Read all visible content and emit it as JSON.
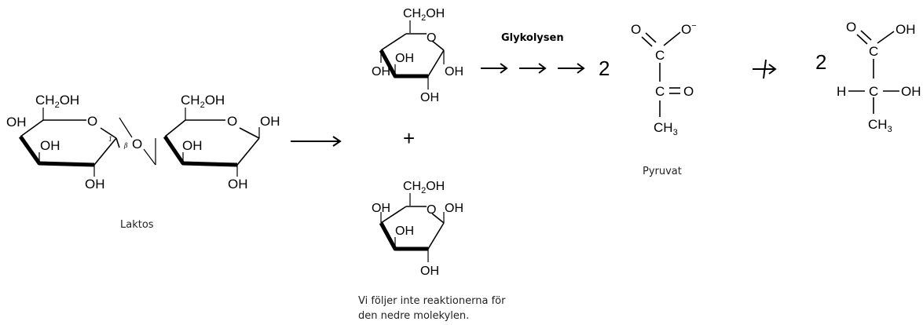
{
  "lactose": {
    "ch2oh_left": "CH",
    "ch2oh_left_sub": "2",
    "ch2oh_left_tail": "OH",
    "oh_left": "OH",
    "oh_mid": "OH",
    "oh_bottom": "OH",
    "ring_o_left": "O",
    "anomer_1": "1",
    "beta": "β",
    "bridge_o": "O",
    "ch2oh_right": "CH",
    "ch2oh_right_sub": "2",
    "ch2oh_right_tail": "OH",
    "ring_o_right": "O",
    "oh_right_top": "OH",
    "oh_right_mid": "OH",
    "oh_right_bottom": "OH",
    "caption": "Laktos"
  },
  "glucose": {
    "ch2oh": "CH",
    "ch2oh_sub": "2",
    "ch2oh_tail": "OH",
    "ring_o": "O",
    "oh_mid": "OH",
    "oh_left": "OH",
    "oh_right": "OH",
    "oh_bottom": "OH"
  },
  "plus": "+",
  "galactose": {
    "ch2oh": "CH",
    "ch2oh_sub": "2",
    "ch2oh_tail": "OH",
    "oh_left": "OH",
    "ring_o": "O",
    "oh_top_right": "OH",
    "oh_mid": "OH",
    "oh_bottom": "OH"
  },
  "glycolysis_label": "Glykolysen",
  "coef_pyruvate": "2",
  "pyruvate": {
    "o_left": "O",
    "o_minus": "O",
    "minus": "−",
    "c1": "C",
    "c2": "C",
    "eq_o": "O",
    "ch3": "CH",
    "ch3_sub": "3",
    "caption": "Pyruvat"
  },
  "coef_lactic": "2",
  "lactic_acid": {
    "o_top": "O",
    "oh_top": "OH",
    "c1": "C",
    "h": "H",
    "c2": "C",
    "oh_right": "OH",
    "ch3": "CH",
    "ch3_sub": "3"
  },
  "note_line1": "Vi följer inte reaktionerna för",
  "note_line2": "den nedre molekylen."
}
